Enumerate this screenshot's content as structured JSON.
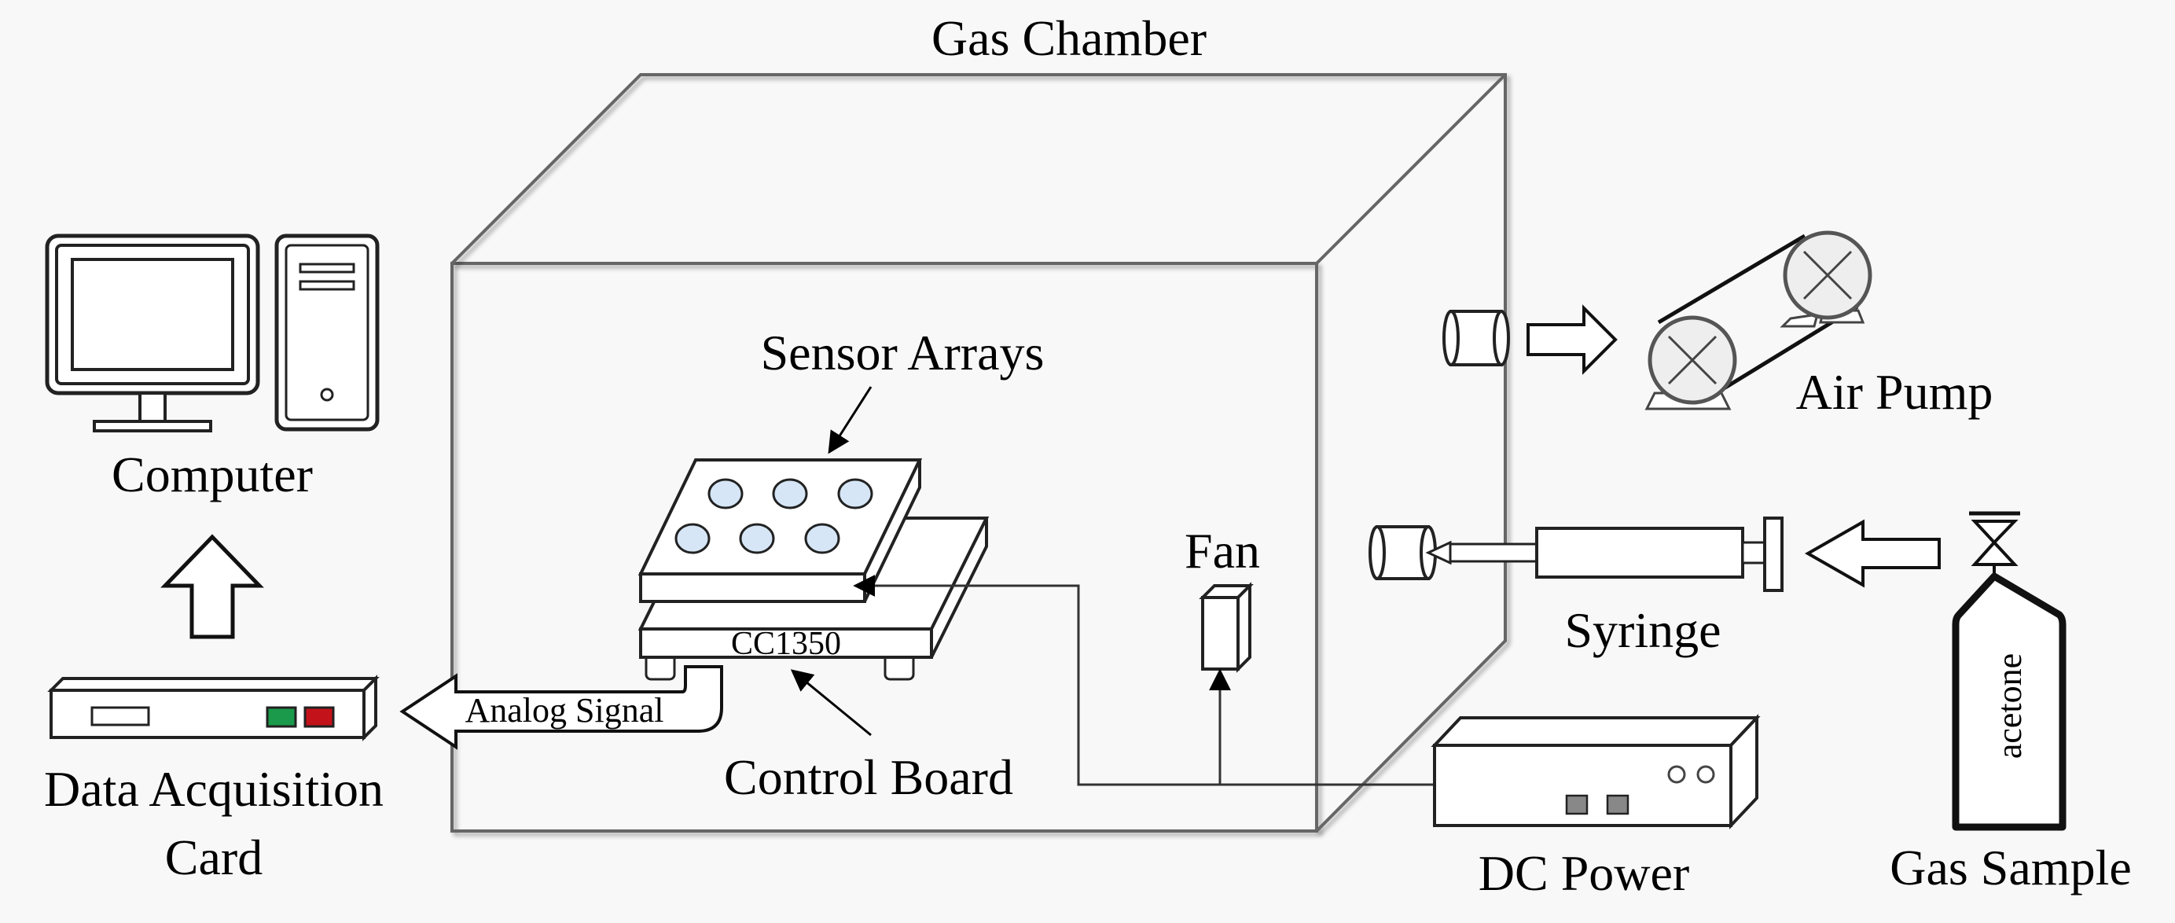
{
  "labels": {
    "gas_chamber": "Gas Chamber",
    "computer": "Computer",
    "sensor_arrays": "Sensor Arrays",
    "air_pump": "Air Pump",
    "fan": "Fan",
    "syringe": "Syringe",
    "data_acquisition_line1": "Data Acquisition",
    "data_acquisition_line2": "Card",
    "control_board": "Control Board",
    "dc_power": "DC Power",
    "gas_sample": "Gas Sample",
    "analog_signal": "Analog Signal",
    "chip_label": "CC1350",
    "gas_name": "acetone"
  },
  "colors": {
    "led_green": "#1a9a4a",
    "led_red": "#c4121a",
    "sensor_fill": "#d6e6f6"
  }
}
